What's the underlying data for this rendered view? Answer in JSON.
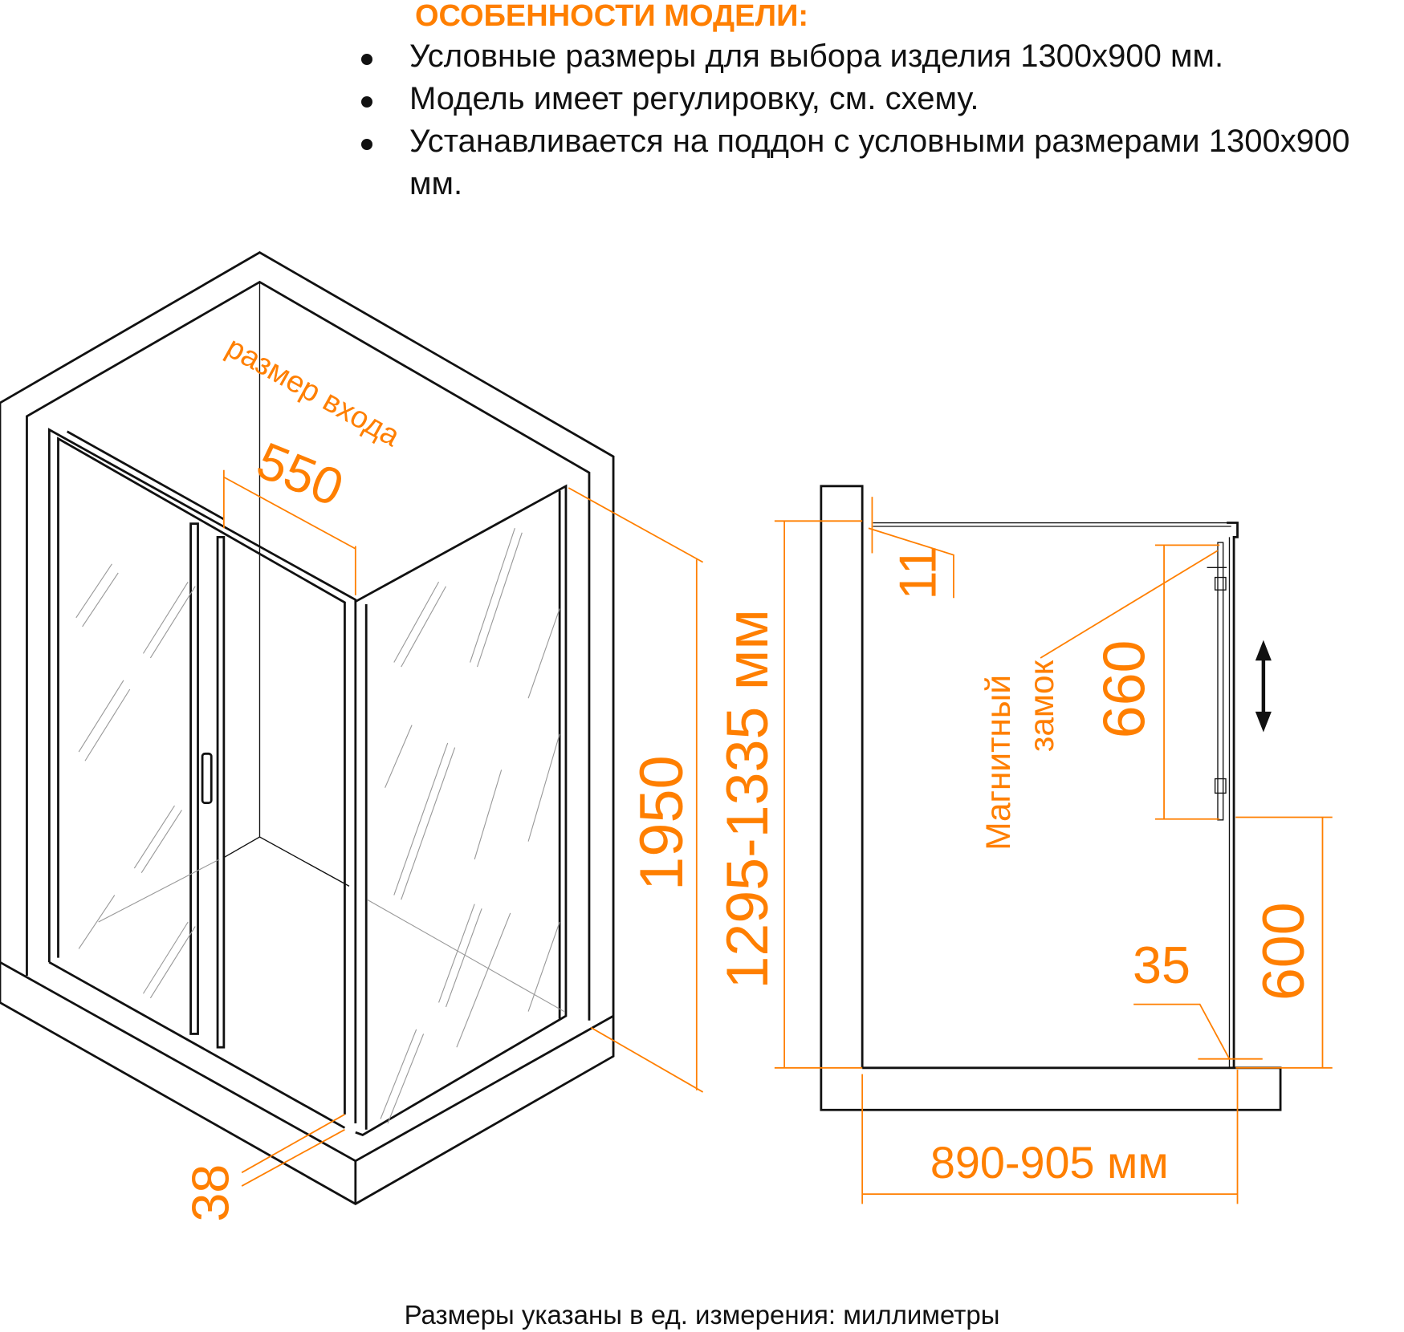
{
  "features": {
    "title": "ОСОБЕННОСТИ МОДЕЛИ:",
    "items": [
      "Условные размеры для выбора изделия 1300х900 мм.",
      "Модель имеет регулировку, см. схему.",
      "Устанавливается на поддон с условными размерами 1300х900 мм."
    ]
  },
  "iso_view": {
    "entrance_label": "размер входа",
    "entrance_width": "550",
    "height": "1950",
    "profile_depth": "38"
  },
  "side_view": {
    "height_range": "1295-1335 мм",
    "top_gap": "11",
    "magnet_label_1": "Магнитный",
    "magnet_label_2": "замок",
    "adjust_height": "660",
    "lower_height": "600",
    "bottom_offset": "35",
    "width_range": "890-905 мм"
  },
  "footer": "Размеры указаны в ед. измерения: миллиметры",
  "colors": {
    "accent": "#FF7F00",
    "line": "#111111"
  }
}
